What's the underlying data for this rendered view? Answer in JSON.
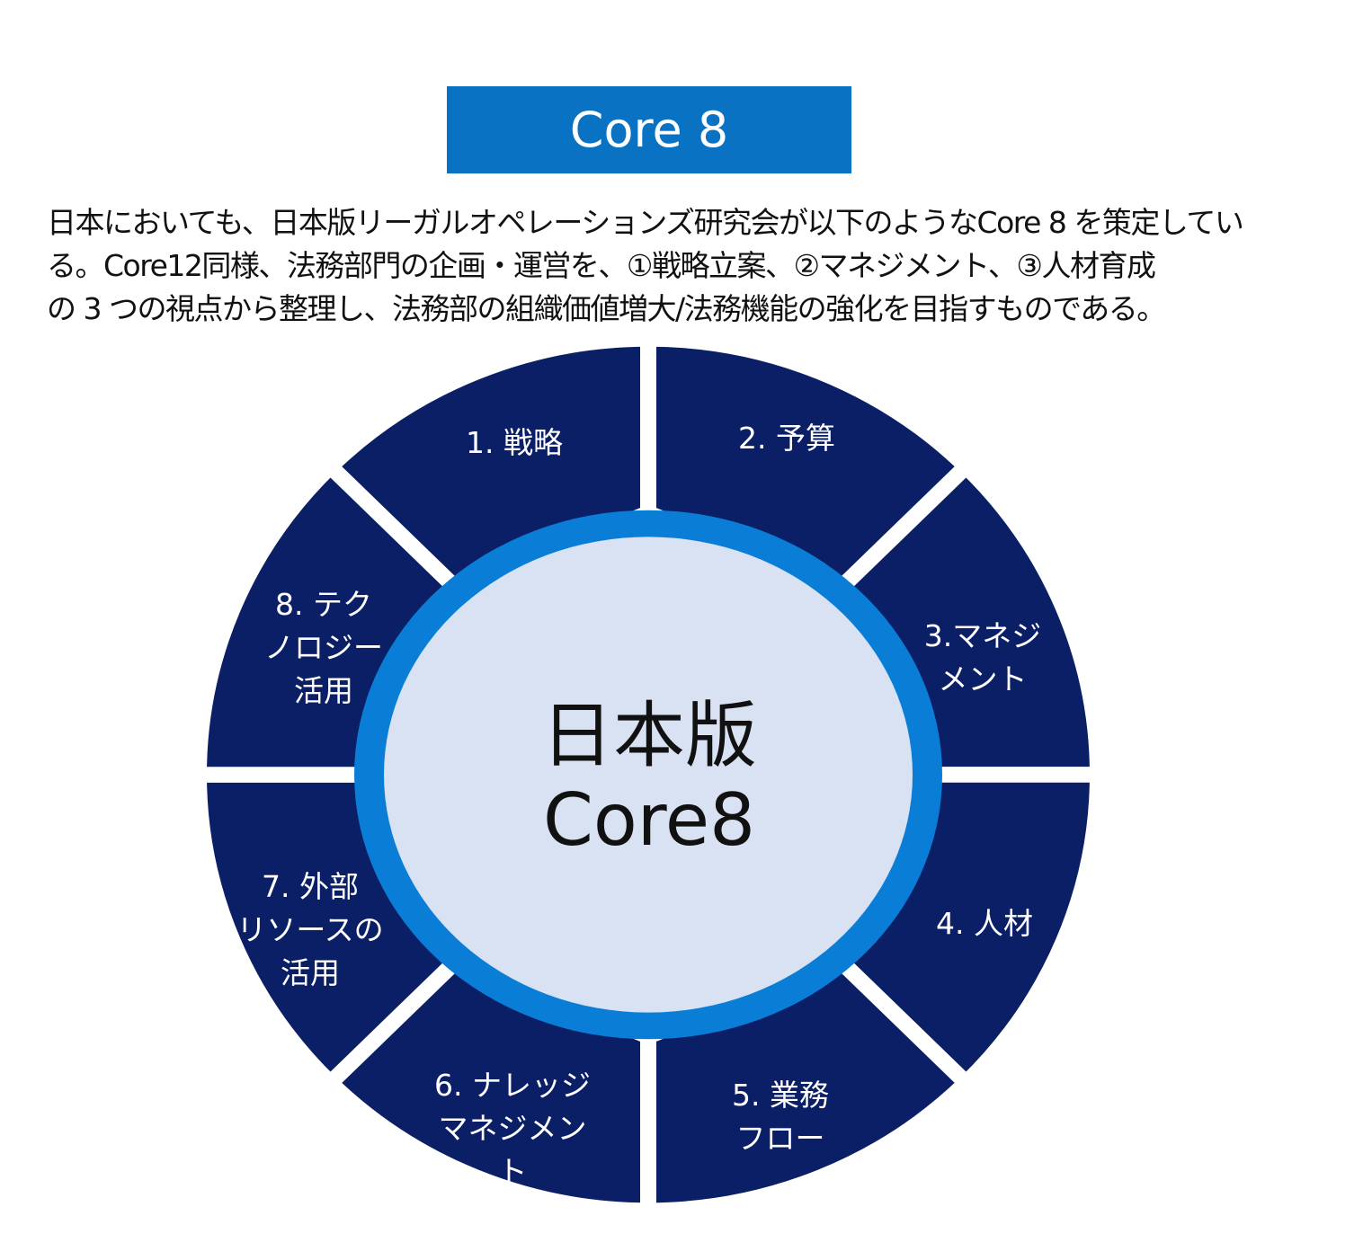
{
  "title": "Core 8",
  "description": [
    "日本においても、日本版リーガルオペレーションズ研究会が以下のようなCore 8 を策定してい",
    "る。Core12同様、法務部門の企画・運営を、①戦略立案、②マネジメント、③人材育成",
    "の 3 つの視点から整理し、法務部の組織価値増大/法務機能の強化を目指すものである。"
  ],
  "center": {
    "line1": "日本版",
    "line2": "Core8"
  },
  "segments": [
    {
      "label": [
        "1. 戦略"
      ]
    },
    {
      "label": [
        "2. 予算"
      ]
    },
    {
      "label": [
        "3.マネジ",
        "メント"
      ]
    },
    {
      "label": [
        "4. 人材"
      ]
    },
    {
      "label": [
        "5. 業務",
        "フロー"
      ]
    },
    {
      "label": [
        "6. ナレッジ",
        "マネジメン",
        "ト"
      ]
    },
    {
      "label": [
        "7. 外部",
        "リソースの",
        "活用"
      ]
    },
    {
      "label": [
        "8. テク",
        "ノロジー",
        "活用"
      ]
    }
  ],
  "colors": {
    "title_bg": "#0A72C2",
    "segment": "#0B1F66",
    "ring": "#0A7ED6",
    "inner": "#D8E2F2"
  }
}
